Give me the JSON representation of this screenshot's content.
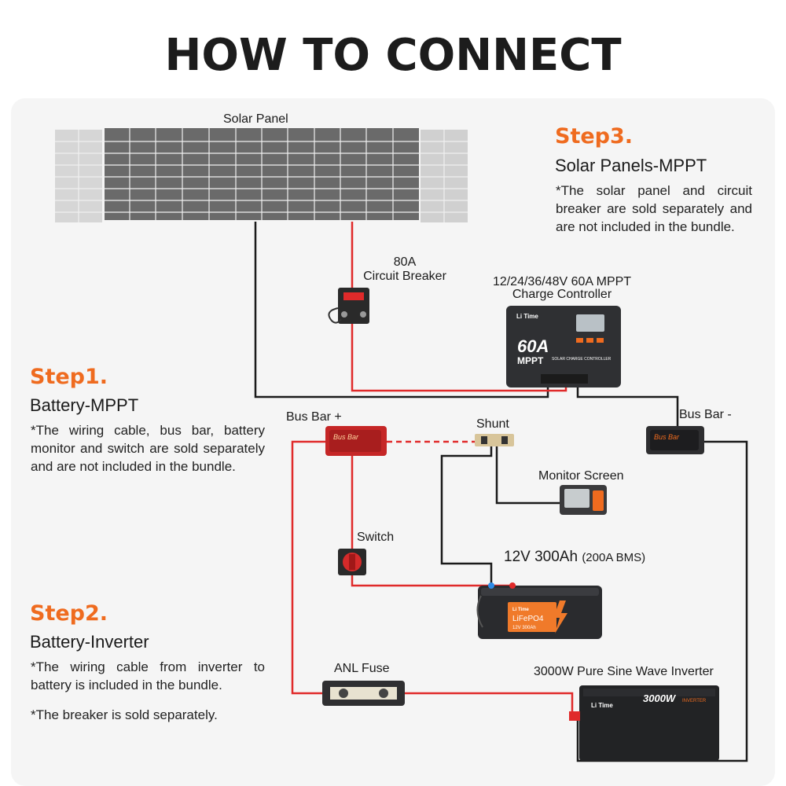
{
  "title": "HOW TO CONNECT",
  "colors": {
    "accent": "#ef6b1f",
    "positive_wire": "#e02a2a",
    "negative_wire": "#1a1a1a",
    "panel_bg": "#f5f5f5"
  },
  "labels": {
    "solar_panel": "Solar Panel",
    "breaker_line1": "80A",
    "breaker_line2": "Circuit Breaker",
    "controller_line1": "12/24/36/48V 60A MPPT",
    "controller_line2": "Charge Controller",
    "bus_bar_pos": "Bus Bar +",
    "bus_bar_neg": "Bus Bar -",
    "shunt": "Shunt",
    "monitor_screen": "Monitor Screen",
    "switch": "Switch",
    "battery_main": "12V 300Ah",
    "battery_bms": "(200A BMS)",
    "anl_fuse": "ANL Fuse",
    "inverter": "3000W Pure Sine Wave Inverter"
  },
  "device_text": {
    "brand": "Li Time",
    "controller_big": "60A",
    "controller_mppt": "MPPT",
    "controller_sub": "SOLAR CHARGE CONTROLLER",
    "bus_bar": "Bus Bar",
    "battery_chem": "LiFePO4",
    "battery_rating": "12V 300Ah",
    "inverter_big": "3000W",
    "inverter_sub": "INVERTER"
  },
  "steps": [
    {
      "heading": "Step3.",
      "subtitle": "Solar Panels-MPPT",
      "note": "*The solar panel and circuit breaker are sold separately and are not included in the bundle."
    },
    {
      "heading": "Step1.",
      "subtitle": "Battery-MPPT",
      "note": "*The wiring cable, bus bar, battery monitor and switch are sold separately and are not included in the bundle."
    },
    {
      "heading": "Step2.",
      "subtitle": "Battery-Inverter",
      "note": "*The wiring cable from inverter to battery is included in the bundle.",
      "note2": "*The breaker is sold separately."
    }
  ]
}
